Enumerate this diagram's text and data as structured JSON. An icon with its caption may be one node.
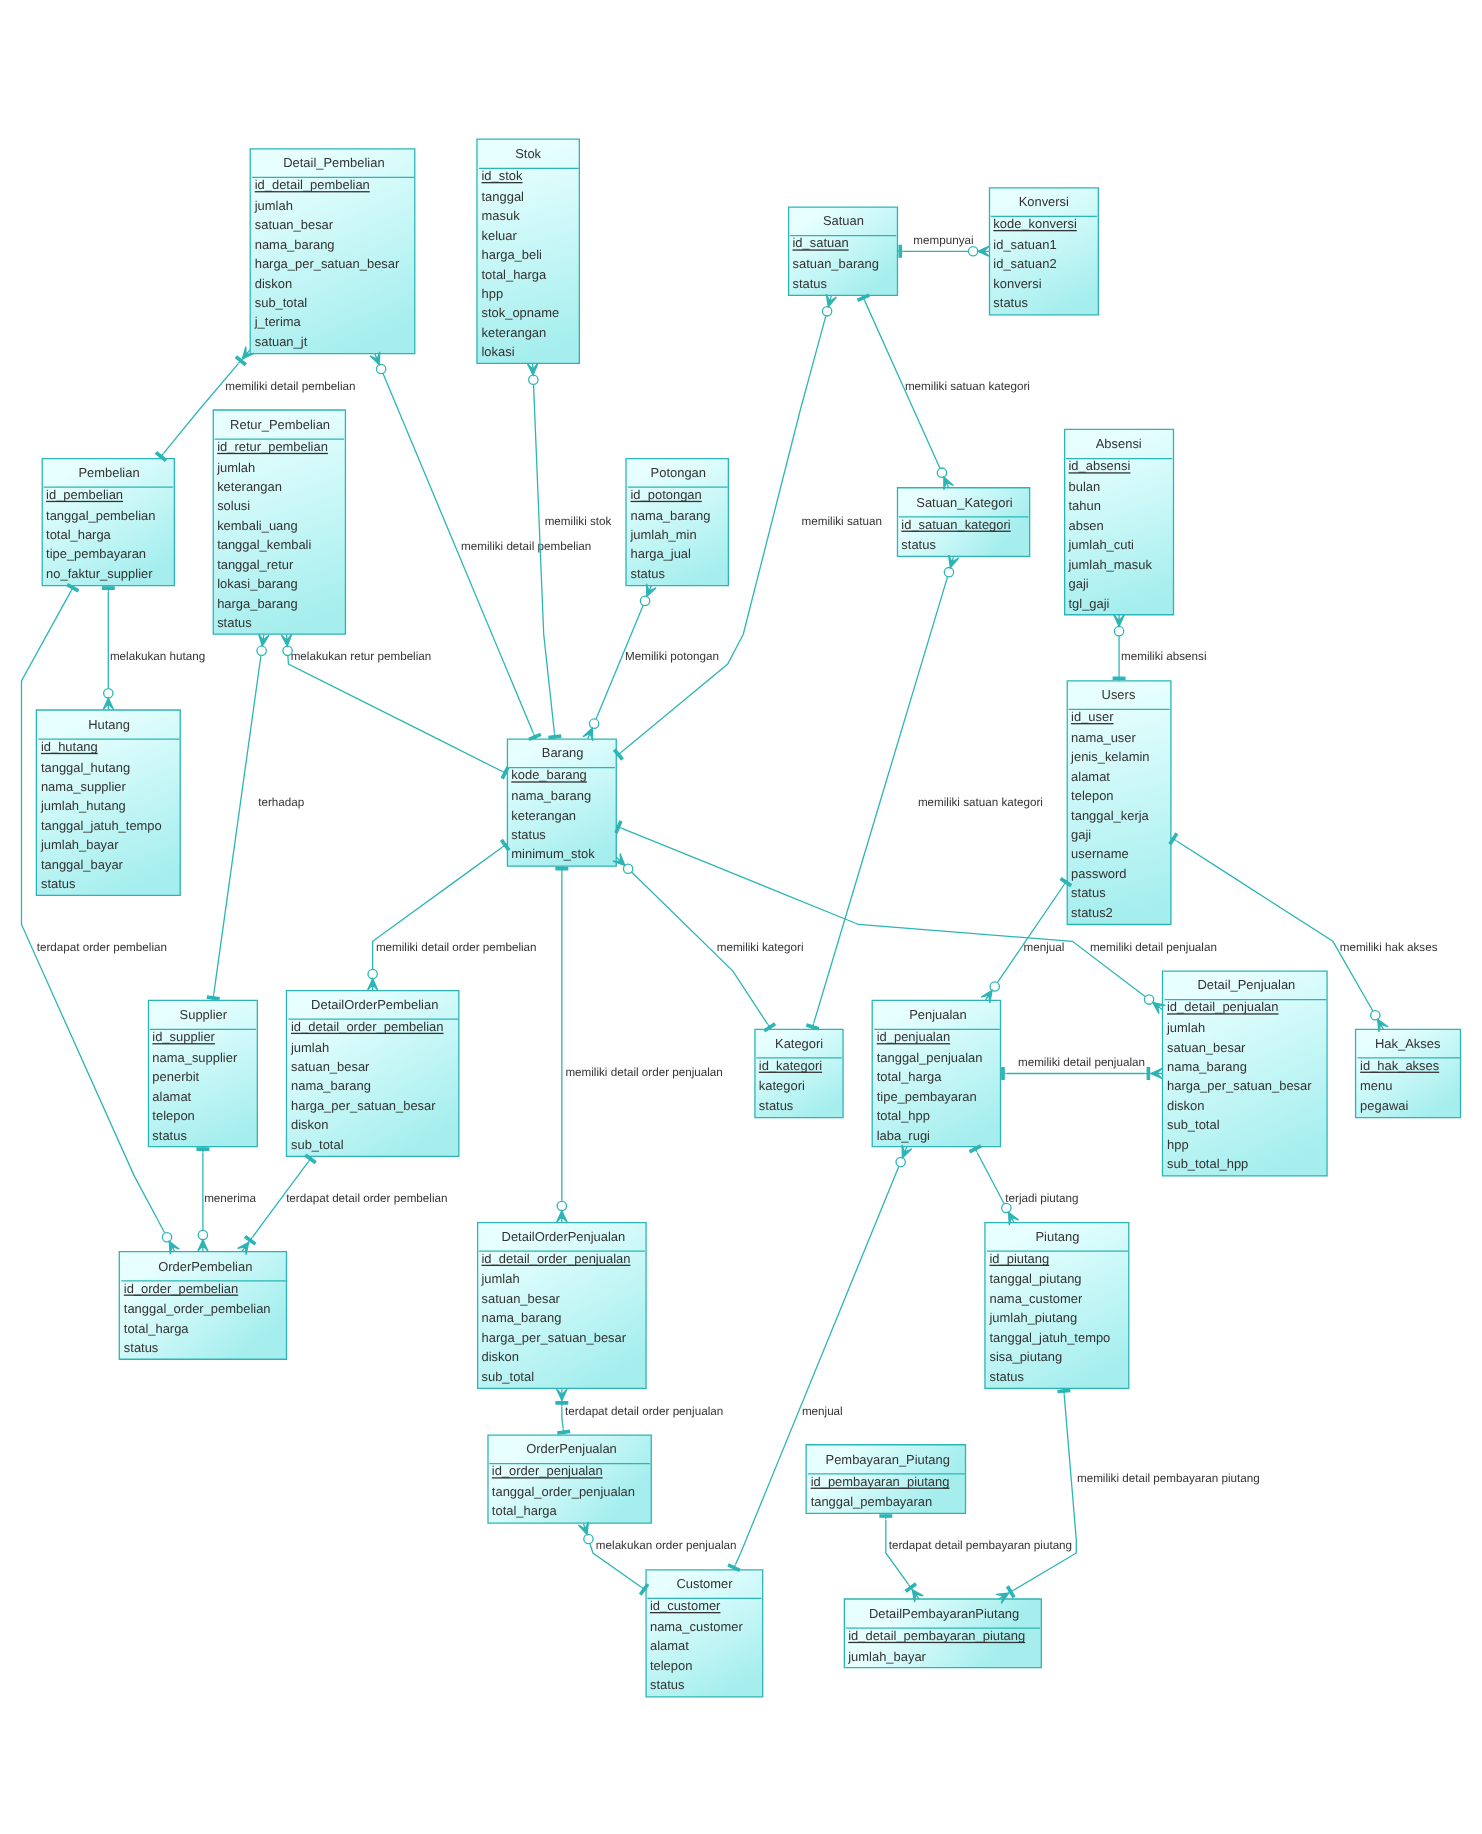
{
  "diagram": {
    "nodes": [
      {
        "text": [
          "Konversi",
          "kode_konversi",
          "id_satuan1",
          "id_satuan2",
          "konversi",
          "status"
        ]
      },
      {
        "text": [
          "Detail_Pembelian",
          "id_detail_pembelian",
          "jumlah",
          "satuan_besar",
          "nama_barang",
          "harga_per_satuan_besar",
          "diskon",
          "sub_total",
          "j_terima",
          "satuan_jt"
        ]
      },
      {
        "text": [
          "Stok",
          "id_stok",
          "tanggal",
          "masuk",
          "keluar",
          "harga_beli",
          "total_harga",
          "hpp",
          "stok_opname",
          "keterangan",
          "lokasi"
        ]
      },
      {
        "text": [
          "Satuan",
          "id_satuan",
          "satuan_barang",
          "status"
        ]
      },
      {
        "text": [
          "Pembelian",
          "id_pembelian",
          "tanggal_pembelian",
          "total_harga",
          "tipe_pembayaran",
          "no_faktur_supplier"
        ]
      },
      {
        "text": [
          "Satuan_Kategori",
          "id_satuan_kategori",
          "status"
        ]
      },
      {
        "text": [
          "Absensi",
          "id_absensi",
          "bulan",
          "tahun",
          "absen",
          "jumlah_cuti",
          "jumlah_masuk",
          "gaji",
          "tgl_gaji"
        ]
      },
      {
        "text": [
          "Potongan",
          "id_potongan",
          "nama_barang",
          "jumlah_min",
          "harga_jual",
          "status"
        ]
      },
      {
        "text": [
          "Retur_Pembelian",
          "id_retur_pembelian",
          "jumlah",
          "keterangan",
          "solusi",
          "kembali_uang",
          "tanggal_kembali",
          "tanggal_retur",
          "lokasi_barang",
          "harga_barang",
          "status"
        ]
      },
      {
        "text": [
          "Users",
          "id_user",
          "nama_user",
          "jenis_kelamin",
          "alamat",
          "telepon",
          "tanggal_kerja",
          "gaji",
          "username",
          "password",
          "status",
          "status2"
        ]
      },
      {
        "text": [
          "Hutang",
          "id_hutang",
          "tanggal_hutang",
          "nama_supplier",
          "jumlah_hutang",
          "tanggal_jatuh_tempo",
          "jumlah_bayar",
          "tanggal_bayar",
          "status"
        ]
      },
      {
        "text": [
          "Barang",
          "kode_barang",
          "nama_barang",
          "keterangan",
          "status",
          "minimum_stok"
        ]
      },
      {
        "text": [
          "Kategori",
          "id_kategori",
          "kategori",
          "status"
        ]
      },
      {
        "text": [
          "Hak_Akses",
          "id_hak_akses",
          "menu",
          "pegawai"
        ]
      },
      {
        "text": [
          "DetailOrderPembelian",
          "id_detail_order_pembelian",
          "jumlah",
          "satuan_besar",
          "nama_barang",
          "harga_per_satuan_besar",
          "diskon",
          "sub_total"
        ]
      },
      {
        "text": [
          "Supplier",
          "id_supplier",
          "nama_supplier",
          "penerbit",
          "alamat",
          "telepon",
          "status"
        ]
      },
      {
        "text": [
          "Penjualan",
          "id_penjualan",
          "tanggal_penjualan",
          "total_harga",
          "tipe_pembayaran",
          "total_hpp",
          "laba_rugi"
        ]
      },
      {
        "text": [
          "Detail_Penjualan",
          "id_detail_penjualan",
          "jumlah",
          "satuan_besar",
          "nama_barang",
          "harga_per_satuan_besar",
          "diskon",
          "sub_total",
          "hpp",
          "sub_total_hpp"
        ]
      },
      {
        "text": [
          "DetailOrderPenjualan",
          "id_detail_order_penjualan",
          "jumlah",
          "satuan_besar",
          "nama_barang",
          "harga_per_satuan_besar",
          "diskon",
          "sub_total"
        ]
      },
      {
        "text": [
          "Piutang",
          "id_piutang",
          "tanggal_piutang",
          "nama_customer",
          "jumlah_piutang",
          "tanggal_jatuh_tempo",
          "sisa_piutang",
          "status"
        ]
      },
      {
        "text": [
          "OrderPembelian",
          "id_order_pembelian",
          "tanggal_order_pembelian",
          "total_harga",
          "status"
        ]
      },
      {
        "text": [
          "DetailPembayaranPiutang",
          "id_detail_pembayaran_piutang",
          "jumlah_bayar"
        ]
      },
      {
        "text": [
          "OrderPenjualan",
          "id_order_penjualan",
          "tanggal_order_penjualan",
          "total_harga"
        ]
      },
      {
        "text": [
          "Customer",
          "id_customer",
          "nama_customer",
          "alamat",
          "telepon",
          "status"
        ]
      },
      {
        "text": [
          "Pembayaran_Piutang",
          "id_pembayaran_piutang",
          "tanggal_pembayaran"
        ]
      }
    ],
    "edges": [
      {
        "from": 1,
        "to": 4,
        "arrow": "other",
        "label": "memiliki detail pembelian"
      },
      {
        "from": 3,
        "to": 0,
        "arrow": "other",
        "label": "mempunyai"
      },
      {
        "from": 3,
        "to": 5,
        "arrow": "other",
        "label": "memiliki satuan kategori"
      },
      {
        "from": 4,
        "to": 10,
        "arrow": "other",
        "label": "melakukan hutang"
      },
      {
        "from": 1,
        "to": 11,
        "arrow": "other",
        "label": "memiliki detail pembelian"
      },
      {
        "from": 3,
        "to": 11,
        "arrow": "other",
        "label": "memiliki satuan"
      },
      {
        "from": 2,
        "to": 11,
        "arrow": "other",
        "label": "memiliki stok"
      },
      {
        "from": 8,
        "to": 11,
        "arrow": "other",
        "label": "melakukan retur pembelian"
      },
      {
        "from": 7,
        "to": 11,
        "arrow": "other",
        "label": "Memiliki potongan"
      },
      {
        "from": 5,
        "to": 12,
        "arrow": "other",
        "label": "memiliki satuan kategori"
      },
      {
        "from": 6,
        "to": 9,
        "arrow": "other",
        "label": "memiliki absensi"
      },
      {
        "from": 4,
        "to": 20,
        "arrow": "other",
        "label": "terdapat order pembelian"
      },
      {
        "from": 11,
        "to": 12,
        "arrow": "other",
        "label": "memiliki kategori"
      },
      {
        "from": 9,
        "to": 13,
        "arrow": "other",
        "label": "memiliki hak akses"
      },
      {
        "from": 8,
        "to": 15,
        "arrow": "other",
        "label": "terhadap"
      },
      {
        "from": 11,
        "to": 14,
        "arrow": "other",
        "label": "memiliki detail order pembelian"
      },
      {
        "from": 11,
        "to": 17,
        "arrow": "other",
        "label": "memiliki detail penjualan"
      },
      {
        "from": 9,
        "to": 16,
        "arrow": "other",
        "label": "menjual"
      },
      {
        "from": 11,
        "to": 18,
        "arrow": "other",
        "label": "memiliki detail order penjualan"
      },
      {
        "from": 16,
        "to": 17,
        "arrow": "other",
        "label": "memiliki detail penjualan"
      },
      {
        "from": 14,
        "to": 20,
        "arrow": "other",
        "label": "terdapat detail order pembelian"
      },
      {
        "from": 15,
        "to": 20,
        "arrow": "other",
        "label": "menerima"
      },
      {
        "from": 16,
        "to": 19,
        "arrow": "other",
        "label": "terjadi piutang"
      },
      {
        "from": 16,
        "to": 23,
        "arrow": "other",
        "label": "menjual"
      },
      {
        "from": 19,
        "to": 21,
        "arrow": "other",
        "label": "memiliki detail pembayaran piutang"
      },
      {
        "from": 18,
        "to": 22,
        "arrow": "other",
        "label": "terdapat detail order penjualan"
      },
      {
        "from": 21,
        "to": 24,
        "arrow": "other",
        "label": "terdapat detail pembayaran piutang"
      },
      {
        "from": 22,
        "to": 23,
        "arrow": "other",
        "label": "melakukan order penjualan"
      }
    ]
  }
}
